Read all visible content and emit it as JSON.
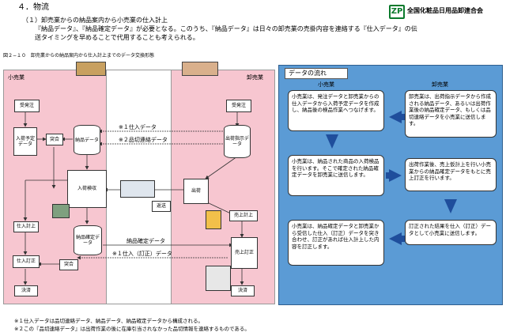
{
  "header": {
    "section": "４．物流",
    "sub": "（１）卸売業からの納品案内から小売業の仕入計上",
    "line1": "『納品データ』、『納品確定データ』が必要となる。このうち、『納品データ』は日々の卸売業の売掛内容を連絡する『仕入データ』の伝",
    "line2": "送タイミングを早めることで代用することも考えられる。",
    "org": "全国化粧品日用品卸連合会",
    "logo_text": "ZP"
  },
  "figure": {
    "title": "図２−１０　卸売業からの納品案内から仕入計上までのデータ交換形態",
    "retail_label": "小売業",
    "wholesale_label": "卸売業",
    "nodes": {
      "order_l": "受発注",
      "order_r": "受発注",
      "arrival_data": "入荷予定データ",
      "matching": "突合",
      "delivery_data": "納品データ",
      "ship_instr": "出荷指示データ",
      "receiving": "入荷検収",
      "shipping": "出荷",
      "return": "返送",
      "purchase_post": "仕入計上",
      "confirm_data": "納品確定データ",
      "sales_post": "売上計上",
      "matching2": "突合",
      "purchase_fix": "仕入訂正",
      "sales_fix": "売上訂正",
      "settle_l": "決済",
      "settle_r": "決済"
    },
    "edges": {
      "e1": "※１仕入データ",
      "e2": "※２品切連絡データ",
      "e3": "納品確定データ",
      "e4": "※１仕入（訂正）データ"
    }
  },
  "flow": {
    "title": "データの流れ",
    "col_retail": "小売業",
    "col_wholesale": "卸売業",
    "boxes": {
      "r1": "小売業は、発注データと卸売業からの仕入データから入荷予定データを作成し、納品後の検品作業へつなげます。",
      "w1": "卸売業は、出荷指示データから作成される納品データ、あるいは出荷作業後の納品確定データ、もしくは品切連絡データを小売業に送信します。",
      "r2": "小売業は、納品された商品の入荷検品を行います。そこで確定された納品確定データを卸売業に送信します。",
      "w2": "出荷作業後、売上仮計上を行い小売業からの納品確定データをもとに売上訂正を行います。",
      "r3": "小売業は、納品確定データと卸売業から受信した仕入（訂正）データを突き合わせ、訂正があれば仕入計上した内容を訂正します。",
      "w3": "訂正された結果を仕入（訂正）データとして小売業に送信します。"
    }
  },
  "notes": {
    "n1": "※１仕入データは品切連絡データ、納品データ、納品確定データから構成される。",
    "n2": "※２この『品切連絡データ』は出荷作業の後に在庫引当されなかった品切情報を連絡するものである。"
  },
  "colors": {
    "pink": "#f7c6d0",
    "blue": "#5b9bd5",
    "brand_green": "#0a7a2c"
  }
}
